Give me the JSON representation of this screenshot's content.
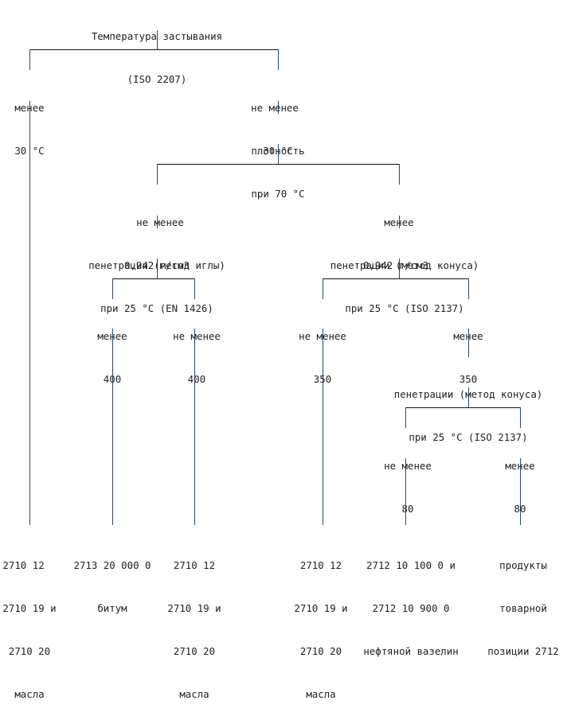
{
  "root": {
    "line1": "Температура застывания",
    "line2": "(ISO 2207)"
  },
  "n_lt30": {
    "line1": "менее",
    "line2": "30 °C"
  },
  "n_ge30": {
    "line1": "не менее",
    "line2": "30 °C"
  },
  "density": {
    "line1": "плотность",
    "line2": "при 70 °C"
  },
  "d_ge": {
    "line1": "не менее",
    "line2": "0,942 г/см3"
  },
  "d_lt": {
    "line1": "менее",
    "line2": "0,942 г/см3"
  },
  "pen_needle": {
    "line1": "пенетрации (метод иглы)",
    "line2": "при 25 °C (EN 1426)"
  },
  "pen_cone1": {
    "line1": "пенетрации (метод конуса)",
    "line2": "при 25 °C (ISO 2137)"
  },
  "p_lt400": {
    "line1": "менее",
    "line2": "400"
  },
  "p_ge400": {
    "line1": "не менее",
    "line2": "400"
  },
  "p_ge350": {
    "line1": "не менее",
    "line2": "350"
  },
  "p_lt350": {
    "line1": "менее",
    "line2": "350"
  },
  "pen_cone2": {
    "line1": "пенетрации (метод конуса)",
    "line2": "при 25 °C (ISO 2137)"
  },
  "p_ge80": {
    "line1": "не менее",
    "line2": "80"
  },
  "p_lt80": {
    "line1": "менее",
    "line2": "80"
  },
  "leaves": [
    {
      "lines": [
        "2710 12",
        "2710 19 и",
        "2710 20",
        "масла"
      ]
    },
    {
      "lines": [
        "2713 20 000 0",
        "битум"
      ]
    },
    {
      "lines": [
        "2710 12",
        "2710 19 и",
        "2710 20",
        "масла"
      ]
    },
    {
      "lines": [
        "2710 12",
        "2710 19 и",
        "2710 20",
        "масла"
      ]
    },
    {
      "lines": [
        "2712 10 100 0 и",
        "2712 10 900 0",
        "нефтяной вазелин"
      ]
    },
    {
      "lines": [
        "продукты",
        "товарной",
        "позиции 2712"
      ]
    }
  ]
}
